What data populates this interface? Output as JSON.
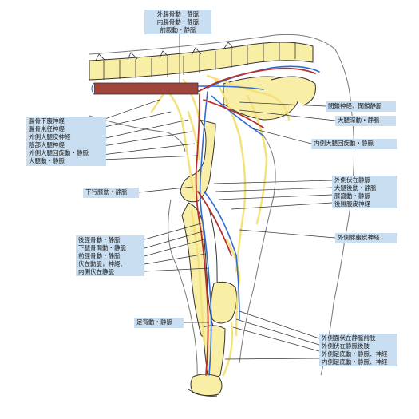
{
  "colors": {
    "artery": "#b5302f",
    "vein": "#2f6ad8",
    "nerve": "#f3e27a",
    "bone": "#f9eea6",
    "outline": "#555555",
    "label_bg": "#c9def0"
  },
  "labels": {
    "top": [
      "外腸骨動・静脈",
      "内腸骨動・静脈",
      "前殿動・静脈"
    ],
    "left_upper": [
      "腸骨下腹神経",
      "腸骨鼡径神経",
      "外側大腿皮神経",
      "陰部大腿神経",
      "外側大腿回旋動・静脈",
      "大腿動・静脈"
    ],
    "descending_genicular": "下行膝動・静脈",
    "left_lower": [
      "後脛骨動・静脈",
      "下腿骨間動・静脈",
      "前脛骨動・静脈",
      "伏在動脈，神経、",
      "内側伏在静脈"
    ],
    "dorsal_pedal": "足背動・静脈",
    "obturator": "閉鎖神経、閉鎖静脈",
    "deep_femoral": "大腿深動・静脈",
    "medial_circumflex": "内側大腿回旋動・静脈",
    "right_mid": [
      "外側伏在静脈",
      "大腿後動・静脈",
      "膝窩動・静脈",
      "後腓腹皮神経"
    ],
    "lateral_sural": "外側腓腹皮神経",
    "right_bottom": [
      "外側面伏在静脈前肢",
      "外側伏在静脈後肢",
      "外側足底動・静脈、神経",
      "内側足底動・静脈、神経"
    ]
  }
}
